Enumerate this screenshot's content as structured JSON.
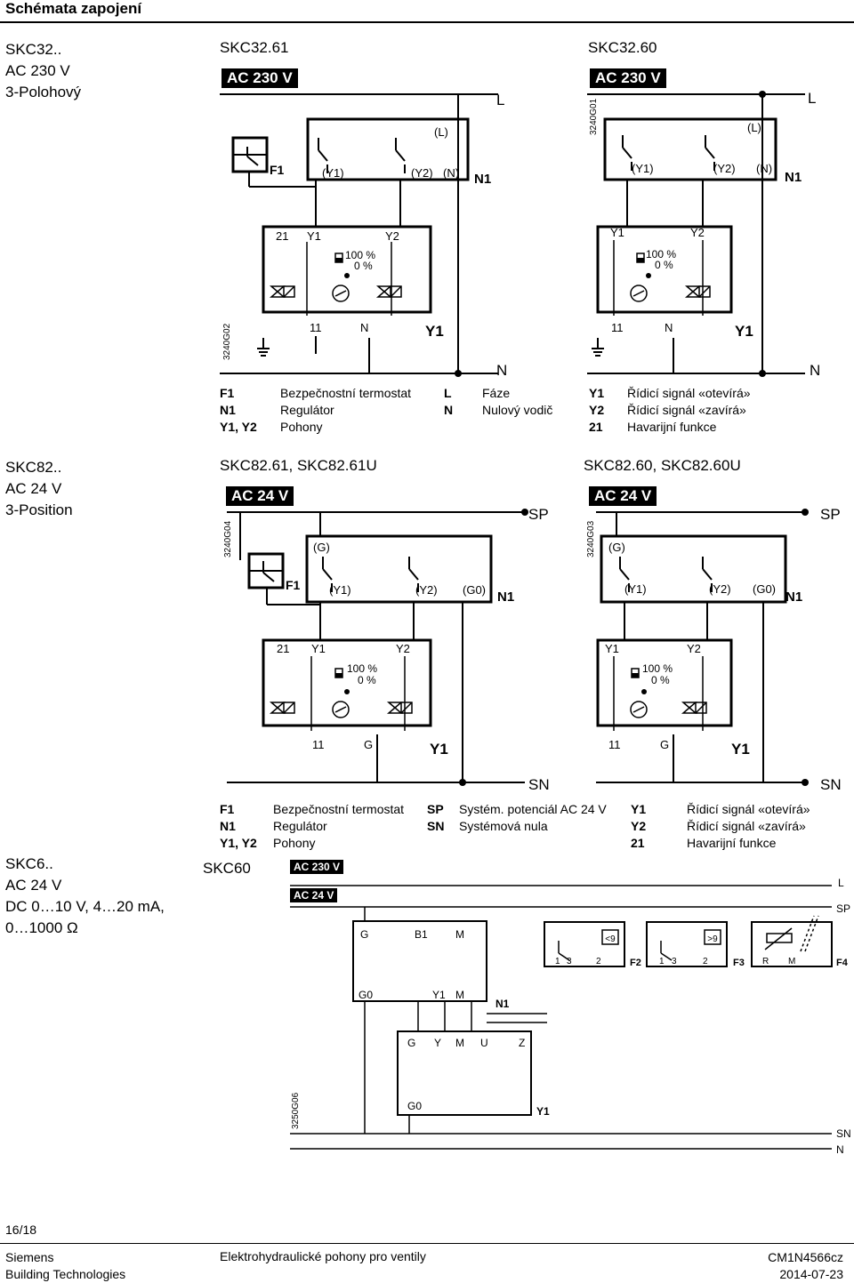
{
  "header": {
    "title": "Schémata zapojení"
  },
  "sections": [
    {
      "title": "SKC32..",
      "lines": [
        "AC 230 V",
        "3-Polohový"
      ],
      "diagrams": [
        {
          "title": "SKC32.61",
          "supply": "AC 230 V",
          "code": "3240G02"
        },
        {
          "title": "SKC32.60",
          "supply": "AC 230 V",
          "code": "3240G01"
        }
      ],
      "legend": [
        {
          "k": "F1",
          "v": "Bezpečnostní termostat"
        },
        {
          "k": "N1",
          "v": "Regulátor"
        },
        {
          "k": "Y1, Y2",
          "v": "Pohony"
        },
        {
          "k": "L",
          "v": "Fáze"
        },
        {
          "k": "N",
          "v": "Nulový vodič"
        },
        {
          "k": "Y1",
          "v": "Řídicí signál «otevírá»"
        },
        {
          "k": "Y2",
          "v": "Řídicí signál «zavírá»"
        },
        {
          "k": "21",
          "v": "Havarijní funkce"
        }
      ]
    },
    {
      "title": "SKC82..",
      "lines": [
        "AC 24 V",
        "3-Position"
      ],
      "diagrams": [
        {
          "title": "SKC82.61, SKC82.61U",
          "supply": "AC 24 V",
          "code": "3240G04"
        },
        {
          "title": "SKC82.60, SKC82.60U",
          "supply": "AC 24 V",
          "code": "3240G03"
        }
      ],
      "legend": [
        {
          "k": "F1",
          "v": "Bezpečnostní termostat"
        },
        {
          "k": "N1",
          "v": "Regulátor"
        },
        {
          "k": "Y1, Y2",
          "v": "Pohony"
        },
        {
          "k": "SP",
          "v": "Systém. potenciál AC 24 V"
        },
        {
          "k": "SN",
          "v": "Systémová nula"
        },
        {
          "k": "Y1",
          "v": "Řídicí signál «otevírá»"
        },
        {
          "k": "Y2",
          "v": "Řídicí signál «zavírá»"
        },
        {
          "k": "21",
          "v": "Havarijní funkce"
        }
      ]
    },
    {
      "title": "SKC6..",
      "lines": [
        "AC 24 V",
        "DC 0…10 V, 4…20 mA,",
        "0…1000 Ω"
      ],
      "diagram": {
        "title": "SKC60",
        "supply1": "AC 230 V",
        "supply2": "AC 24 V",
        "code": "3250G06"
      }
    }
  ],
  "labels": {
    "L": "L",
    "N": "N",
    "SP": "SP",
    "SN": "SN",
    "pL": "(L)",
    "pN": "(N)",
    "pY1": "(Y1)",
    "pY2": "(Y2)",
    "pG": "(G)",
    "pG0": "(G0)",
    "F1": "F1",
    "N1": "N1",
    "Y1": "Y1",
    "Y2": "Y2",
    "t21": "21",
    "t11": "11",
    "G": "G",
    "G0": "G0",
    "p100": "100 %",
    "p0": "0 %",
    "B1": "B1",
    "M": "M",
    "Y": "Y",
    "U": "U",
    "Z": "Z",
    "R": "R",
    "F2": "F2",
    "F3": "F3",
    "F4": "F4",
    "n1": "1",
    "n2": "2",
    "n3": "3",
    "lt9": "<9",
    "gt9": ">9"
  },
  "footer": {
    "page": "16/18",
    "company": "Siemens",
    "division": "Building Technologies",
    "doc_title": "Elektrohydraulické pohony pro ventily",
    "doc_code": "CM1N4566cz",
    "date": "2014-07-23"
  }
}
